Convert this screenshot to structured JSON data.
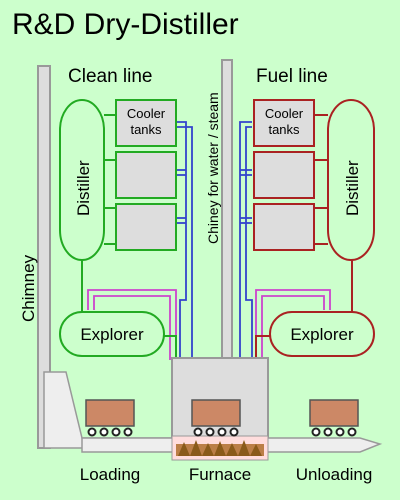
{
  "title": "R&D Dry-Distiller",
  "labels": {
    "clean_line": "Clean line",
    "fuel_line": "Fuel line",
    "chimney": "Chimney",
    "center_chimney": "Chiney for water / steam",
    "cooler_tanks_left": [
      "Cooler",
      "tanks"
    ],
    "cooler_tanks_right": [
      "Cooler",
      "tanks"
    ],
    "distiller_left": "Distiller",
    "distiller_right": "Distiller",
    "explorer_left": "Explorer",
    "explorer_right": "Explorer",
    "loading": "Loading",
    "furnace": "Furnace",
    "unloading": "Unloading"
  },
  "colors": {
    "background": "#ccffcc",
    "clean_line": "#22aa22",
    "fuel_line": "#aa2222",
    "water_pipe": "#3344cc",
    "gas_pipe": "#cc44cc",
    "structure": "#999999",
    "tank_fill": "#dddddd",
    "cart": "#cc8866",
    "fire": "#aa6622"
  }
}
